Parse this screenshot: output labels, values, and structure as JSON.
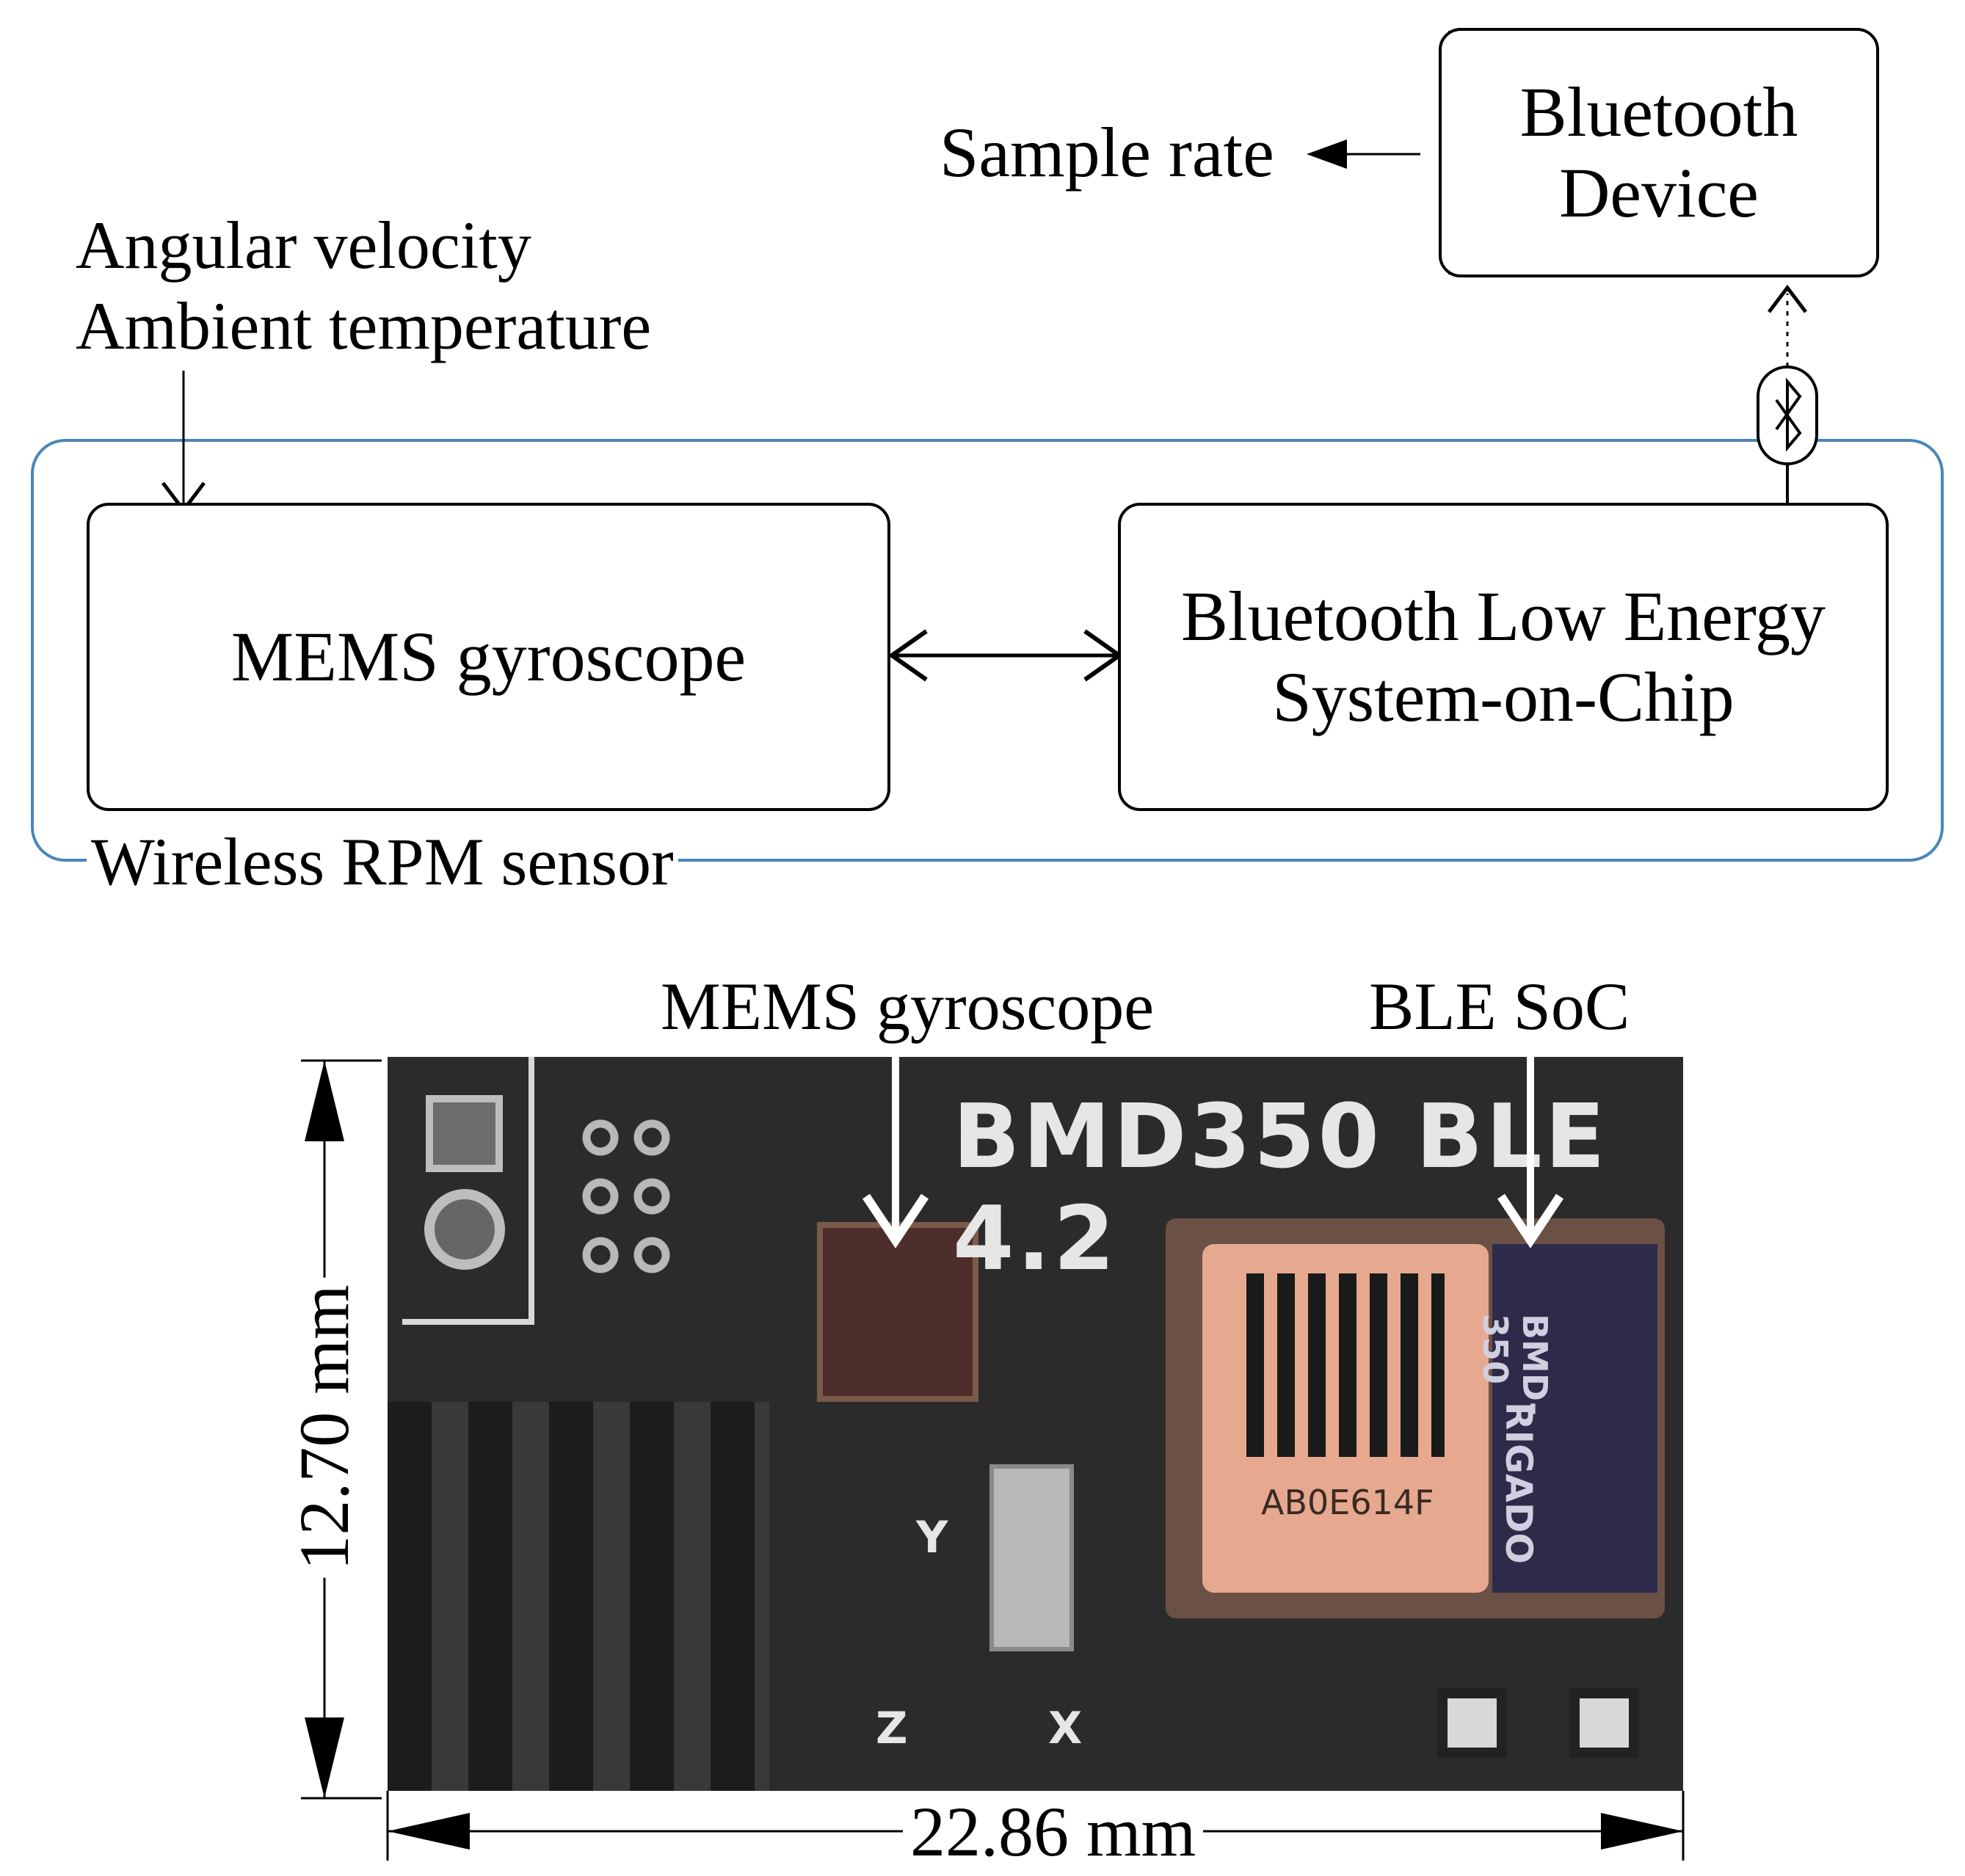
{
  "diagram": {
    "sample_rate_label": "Sample rate",
    "bluetooth_device": {
      "line1": "Bluetooth",
      "line2": "Device"
    },
    "inputs": {
      "line1": "Angular velocity",
      "line2": "Ambient temperature"
    },
    "gyro_box": "MEMS gyroscope",
    "ble_box": {
      "line1": "Bluetooth Low Energy",
      "line2": "System-on-Chip"
    },
    "group_label": "Wireless RPM sensor",
    "colors": {
      "group_border": "#4a86b8",
      "line": "#000000"
    }
  },
  "photo": {
    "callout_gyro": "MEMS gyroscope",
    "callout_soc": "BLE SoC",
    "height_dim": "12.70 mm",
    "width_dim": "22.86 mm",
    "silkscreen": {
      "board_text": "BMD350 BLE 4.2",
      "chip_code": "AB0E614F",
      "module_vendor": "RIGADO",
      "module_model": "BMD-350",
      "axis_x": "X",
      "axis_y": "Y",
      "axis_z": "Z"
    }
  }
}
